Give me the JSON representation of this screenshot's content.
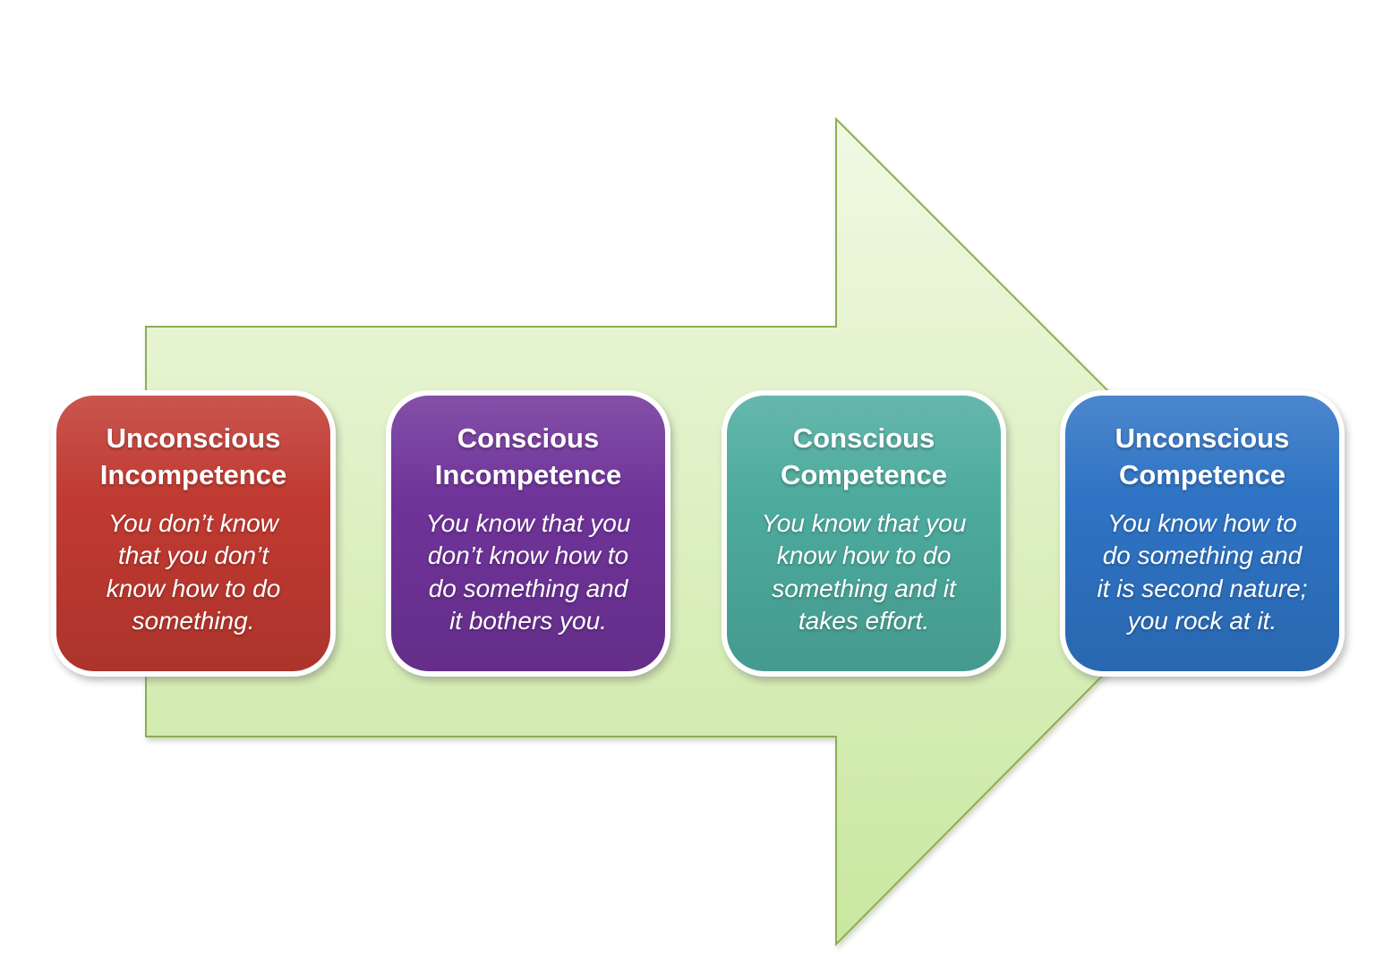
{
  "diagram": {
    "name": "four-stages-of-competence",
    "arrow": {
      "fill_top": "#f0f9e3",
      "fill_bottom": "#c9e79f",
      "stroke": "#8fad52"
    },
    "stages": [
      {
        "id": "unconscious-incompetence",
        "title": "Unconscious\nIncompetence",
        "description": "You don’t know\nthat you don’t\nknow how to do\nsomething.",
        "color": "#c03a31"
      },
      {
        "id": "conscious-incompetence",
        "title": "Conscious\nIncompetence",
        "description": "You know that you\ndon’t know how to\ndo something and\nit bothers you.",
        "color": "#6f3399"
      },
      {
        "id": "conscious-competence",
        "title": "Conscious\nCompetence",
        "description": "You know that you\nknow how to do\nsomething and it\ntakes effort.",
        "color": "#4dab9e"
      },
      {
        "id": "unconscious-competence",
        "title": "Unconscious\nCompetence",
        "description": "You know how to\ndo something and\nit is second nature;\nyou rock at it.",
        "color": "#2e73c4"
      }
    ]
  }
}
